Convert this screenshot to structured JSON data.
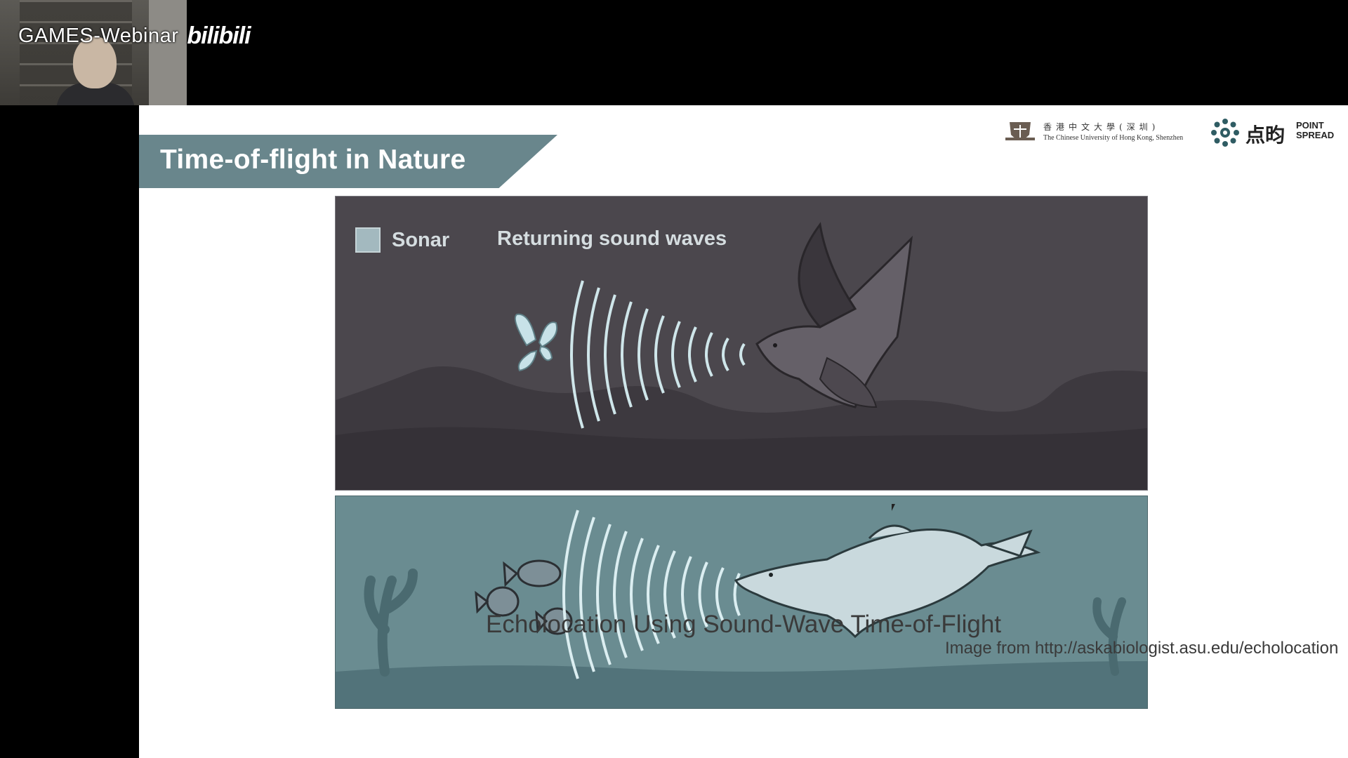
{
  "overlay": {
    "brand_text": "GAMES-Webinar",
    "bili_logo": "bilibili"
  },
  "slide": {
    "title": "Time-of-flight in Nature",
    "logos": {
      "cuhk_cn": "香港中文大學(深圳)",
      "cuhk_en": "The Chinese University of Hong Kong, Shenzhen",
      "ps_cn": "点昀",
      "ps_en_1": "POINT",
      "ps_en_2": "SPREAD"
    },
    "figure": {
      "legend_label_1": "Sonar",
      "legend_label_2": "Returning sound waves"
    },
    "caption": "Echolocation Using Sound-Wave Time-of-Flight",
    "credit": "Image from http://askabiologist.asu.edu/echolocation"
  },
  "colors": {
    "title_band": "#69868c",
    "top_panel_bg": "#4b474d",
    "bottom_panel_bg": "#6a8c91",
    "sonar_wave": "#cfe6ea"
  }
}
